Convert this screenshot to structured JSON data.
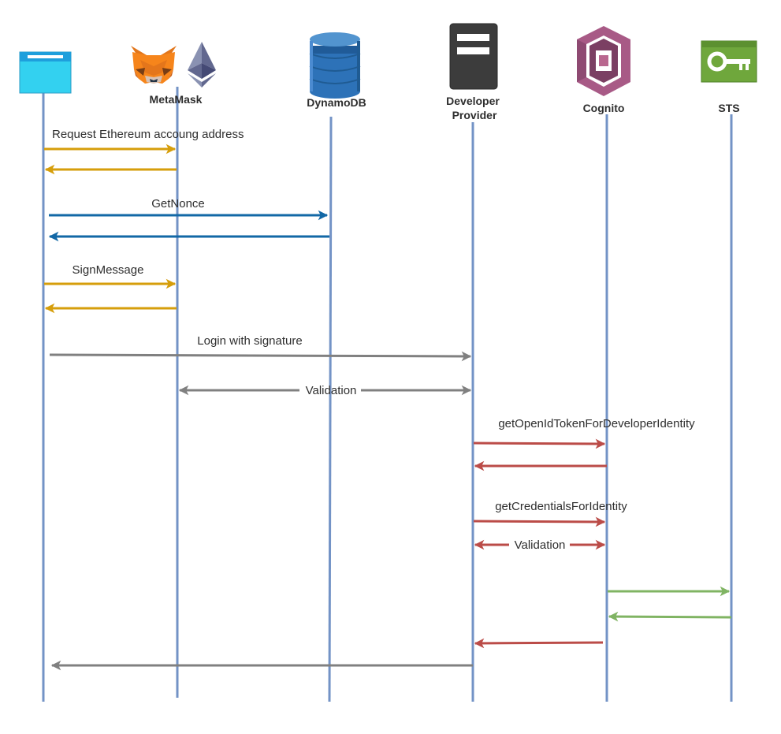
{
  "participants": {
    "browser": {
      "label": "",
      "icon": "browser-window-icon"
    },
    "metamask": {
      "label": "MetaMask",
      "icon": "metamask-fox-icon",
      "icon2": "ethereum-icon"
    },
    "dynamodb": {
      "label": "DynamoDB",
      "icon": "dynamodb-icon"
    },
    "developer_provider": {
      "label_line1": "Developer",
      "label_line2": "Provider",
      "icon": "server-icon"
    },
    "cognito": {
      "label": "Cognito",
      "icon": "cognito-icon"
    },
    "sts": {
      "label": "STS",
      "icon": "key-icon"
    }
  },
  "colors": {
    "lifeline": "#7393c6",
    "metamask_flow": "#d69e0b",
    "dynamodb_flow": "#1268a6",
    "backend_flow": "#808080",
    "cognito_flow": "#bb4c48",
    "sts_flow": "#80b463"
  },
  "messages": {
    "request_address": "Request Ethereum accoung address",
    "get_nonce": "GetNonce",
    "sign_message": "SignMessage",
    "login": "Login with signature",
    "validation_provider": "Validation",
    "get_open_id_token": "getOpenIdTokenForDeveloperIdentity",
    "get_credentials": "getCredentialsForIdentity",
    "validation_cognito": "Validation"
  }
}
